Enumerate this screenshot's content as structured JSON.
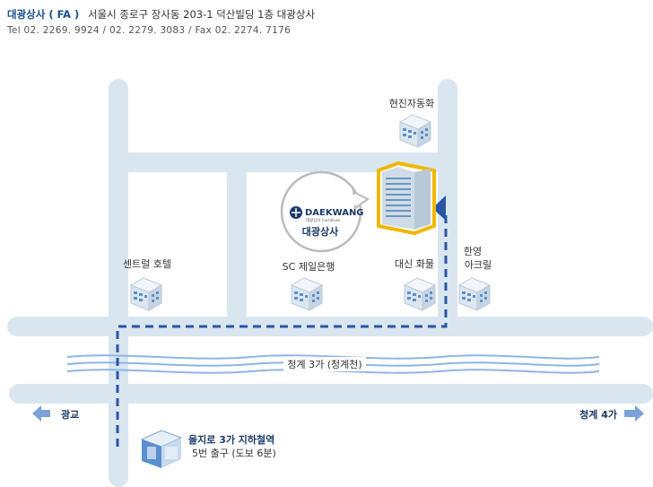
{
  "header": {
    "company": "대광상사 ( FA )",
    "address": "서울시 종로구 장사동 203-1  덕산빌딩 1층 대광상사",
    "tel_line": "Tel   02. 2269. 9924 / 02. 2279. 3083 / Fax   02. 2274. 7176"
  },
  "logo": {
    "brand": "DAEKWANG",
    "brand_sub": "대광상사 Furniture",
    "name": "대광상사"
  },
  "landmarks": {
    "hyunjin": "현진자동화",
    "centrel": "센트럴 호텔",
    "sc_bank": "SC 제일은행",
    "daesin": "대신 화물",
    "hanyoung_1": "한영",
    "hanyoung_2": "아크릴"
  },
  "stream": {
    "label": "청계 3가 (청계천)"
  },
  "directions": {
    "west": "광교",
    "east": "청계 4가"
  },
  "subway": {
    "line1": "을지로 3가 지하철역",
    "line2": "5번 출구 (도보 6분)"
  },
  "colors": {
    "road": "#d9e6f0",
    "route": "#2a55a6",
    "water": "#8fb4e6",
    "building_outline": "#f0b800",
    "arrow": "#7aa2d8"
  }
}
